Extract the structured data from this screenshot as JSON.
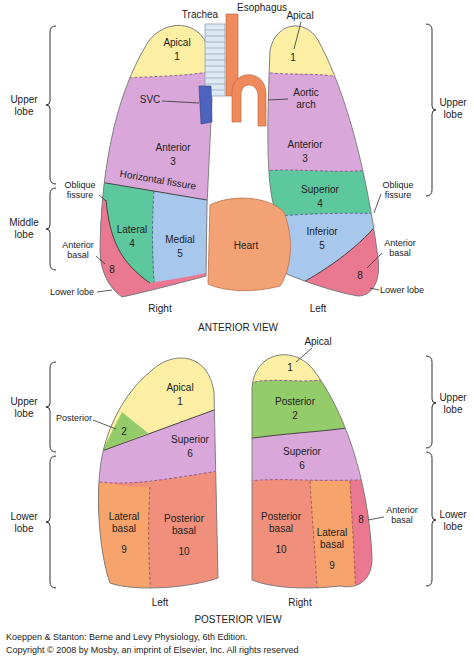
{
  "diagram": {
    "labels": [
      "Trachea",
      "Esophagus",
      "Apical",
      "Apical",
      "1",
      "1",
      "SVC",
      "Aortic arch",
      "Upper lobe",
      "Upper lobe",
      "Anterior",
      "3",
      "Anterior",
      "3",
      "Horizontal fissure",
      "Oblique fissure",
      "Middle lobe",
      "Lateral",
      "4",
      "Medial",
      "5",
      "Heart",
      "Superior",
      "4",
      "Inferior",
      "5",
      "Oblique fissure",
      "Anterior basal",
      "8",
      "Anterior basal",
      "8",
      "Lower lobe",
      "Lower lobe",
      "Right",
      "Left",
      "ANTERIOR VIEW",
      "Apical",
      "Upper lobe",
      "Upper lobe",
      "Apical",
      "1",
      "1",
      "Posterior",
      "2",
      "Posterior",
      "2",
      "Superior",
      "6",
      "Superior",
      "6",
      "Lower lobe",
      "Lateral basal",
      "9",
      "Posterior basal",
      "10",
      "Posterior basal",
      "10",
      "Lateral basal",
      "9",
      "8",
      "Anterior basal",
      "Lower lobe",
      "Left",
      "Right",
      "POSTERIOR VIEW",
      "Koeppen & Stanton: Berne and Levy Physiology, 6th Edition.",
      "Copyright © 2008 by Mosby, an imprint of Elsevier, Inc. All rights reserved"
    ]
  }
}
